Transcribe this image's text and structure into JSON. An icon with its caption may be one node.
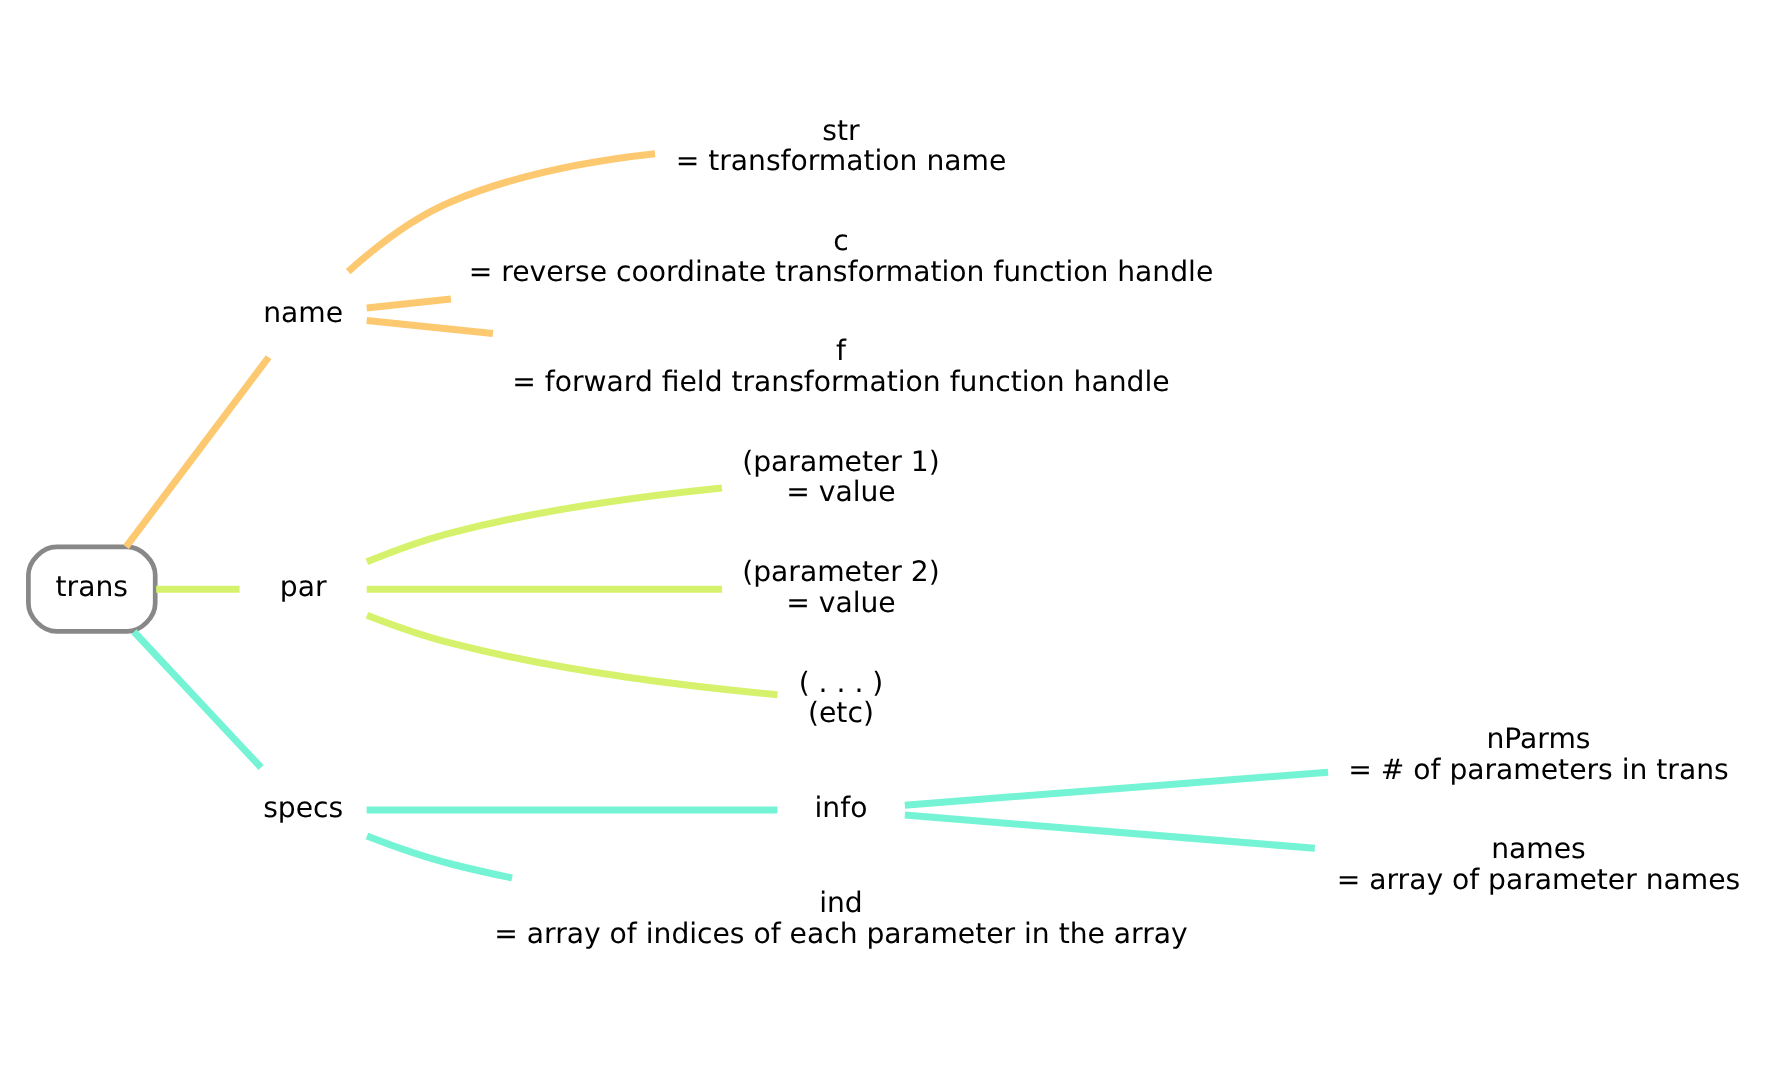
{
  "diagram": {
    "nodes": [
      {
        "text": [
          "trans"
        ]
      },
      {
        "text": [
          "name"
        ]
      },
      {
        "text": [
          "str",
          "= transformation name"
        ]
      },
      {
        "text": [
          "c",
          "= reverse coordinate transformation function handle"
        ]
      },
      {
        "text": [
          "f",
          "= forward field transformation function handle"
        ]
      },
      {
        "text": [
          "par"
        ]
      },
      {
        "text": [
          "(parameter 1)",
          "= value"
        ]
      },
      {
        "text": [
          "(parameter 2)",
          "= value"
        ]
      },
      {
        "text": [
          "( . . . )",
          "(etc)"
        ]
      },
      {
        "text": [
          "specs"
        ]
      },
      {
        "text": [
          "info"
        ]
      },
      {
        "text": [
          "nParms",
          "= # of parameters in trans"
        ]
      },
      {
        "text": [
          "names",
          "= array of parameter names"
        ]
      },
      {
        "text": [
          "ind",
          "= array of indices of each parameter in the array"
        ]
      }
    ],
    "edges": [
      {
        "from": 0,
        "to": 1,
        "arrow": "none",
        "color": "#fdc970"
      },
      {
        "from": 1,
        "to": 2,
        "arrow": "none",
        "color": "#fdc970"
      },
      {
        "from": 1,
        "to": 3,
        "arrow": "none",
        "color": "#fdc970"
      },
      {
        "from": 1,
        "to": 4,
        "arrow": "none",
        "color": "#fdc970"
      },
      {
        "from": 0,
        "to": 5,
        "arrow": "none",
        "color": "#d6f26c"
      },
      {
        "from": 5,
        "to": 6,
        "arrow": "none",
        "color": "#d6f26c"
      },
      {
        "from": 5,
        "to": 7,
        "arrow": "none",
        "color": "#d6f26c"
      },
      {
        "from": 5,
        "to": 8,
        "arrow": "none",
        "color": "#d6f26c"
      },
      {
        "from": 0,
        "to": 9,
        "arrow": "none",
        "color": "#74f4d4"
      },
      {
        "from": 9,
        "to": 10,
        "arrow": "none",
        "color": "#74f4d4"
      },
      {
        "from": 10,
        "to": 11,
        "arrow": "none",
        "color": "#74f4d4"
      },
      {
        "from": 10,
        "to": 12,
        "arrow": "none",
        "color": "#74f4d4"
      },
      {
        "from": 9,
        "to": 13,
        "arrow": "none",
        "color": "#74f4d4"
      }
    ]
  }
}
